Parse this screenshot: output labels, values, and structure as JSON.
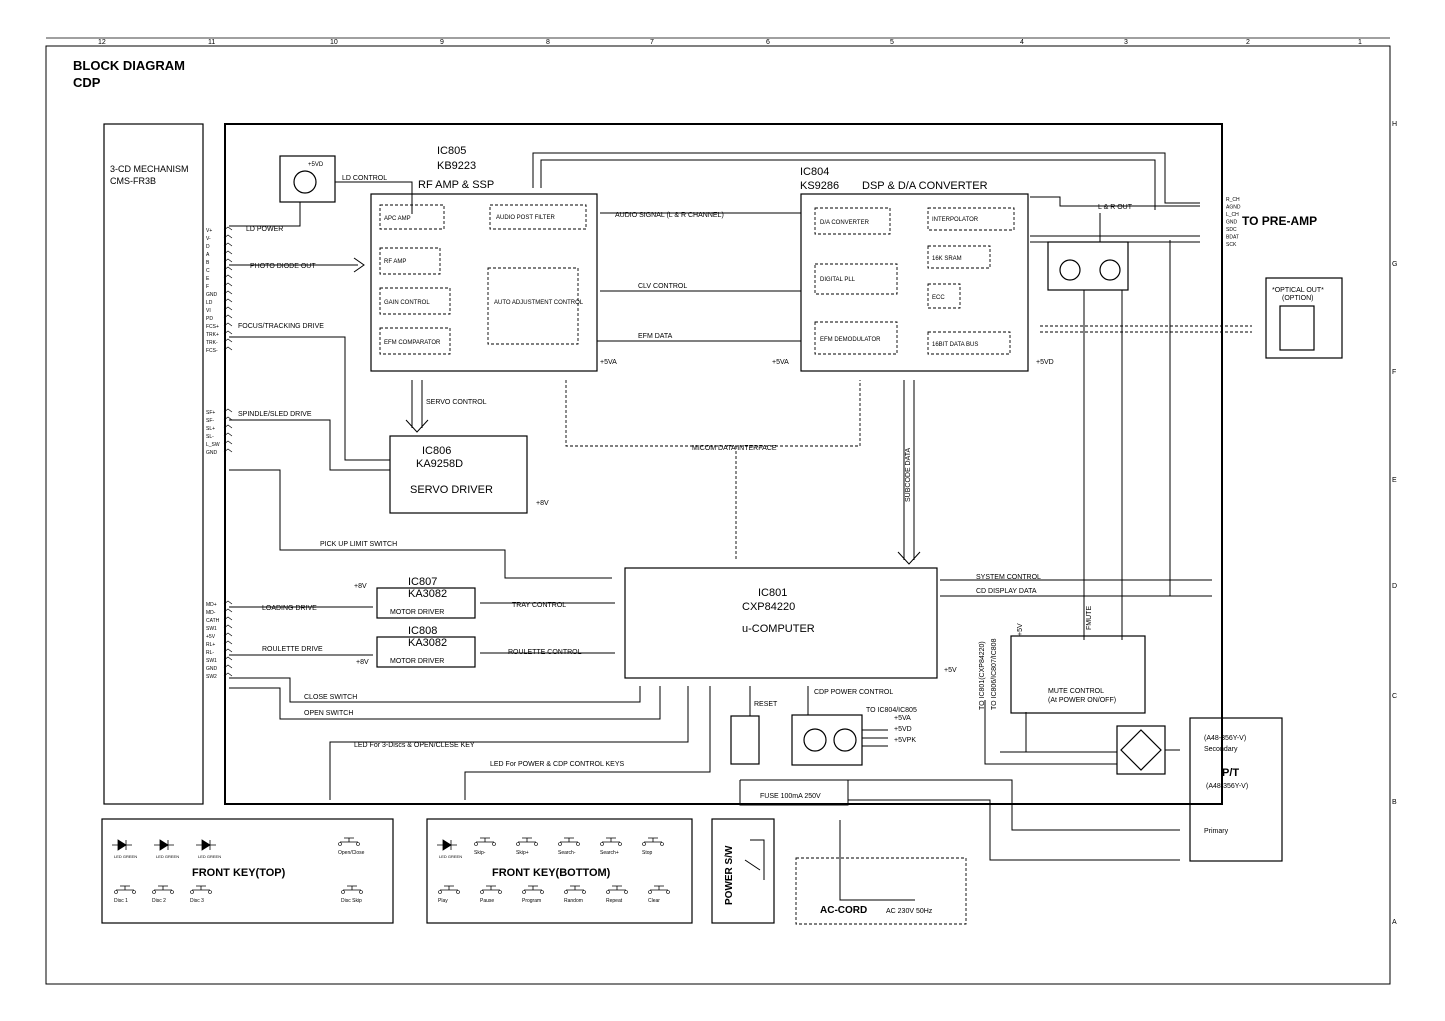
{
  "title": {
    "line1": "BLOCK DIAGRAM",
    "line2": "CDP"
  },
  "frame": {
    "cols": [
      "12",
      "11",
      "10",
      "9",
      "8",
      "7",
      "6",
      "5",
      "4",
      "3",
      "2",
      "1"
    ],
    "rows": [
      "H",
      "G",
      "F",
      "E",
      "D",
      "C",
      "B",
      "A"
    ]
  },
  "mechanism": {
    "name": "3-CD MECHANISM",
    "model": "CMS-FR3B",
    "pins_top": [
      "V+",
      "V-",
      "D",
      "A",
      "B",
      "C",
      "E",
      "F",
      "GND",
      "LD",
      "VI",
      "PD",
      "FCS+",
      "TRK+",
      "TRK-",
      "FCS-"
    ],
    "pins_mid": [
      "SF+",
      "SF-",
      "SL+",
      "SL-",
      "L_SW",
      "GND"
    ],
    "pins_bot": [
      "MD+",
      "MD-",
      "CATH",
      "SW1",
      "+5V",
      "RL+",
      "RL-",
      "SW1",
      "GND",
      "SW2"
    ]
  },
  "ic805": {
    "ref": "IC805",
    "part": "KB9223",
    "func": "RF AMP & SSP",
    "blocks": [
      "APC AMP",
      "AUDIO POST FILTER",
      "RF AMP",
      "GAIN CONTROL",
      "AUTO ADJUSTMENT CONTROL",
      "EFM COMPARATOR"
    ],
    "supply": "+5VA"
  },
  "ic804": {
    "ref": "IC804",
    "part": "KS9286",
    "func": "DSP & D/A CONVERTER",
    "blocks": [
      "D/A CONVERTER",
      "INTERPOLATOR",
      "16K SRAM",
      "DIGITAL PLL",
      "ECC",
      "EFM DEMODULATOR",
      "16BIT DATA BUS"
    ],
    "supply_left": "+5VA",
    "supply_right": "+5VD"
  },
  "ic806": {
    "ref": "IC806",
    "part": "KA9258D",
    "func": "SERVO DRIVER",
    "supply": "+8V"
  },
  "ic807": {
    "ref": "IC807",
    "part": "KA3082",
    "func": "MOTOR DRIVER",
    "supply": "+8V"
  },
  "ic808": {
    "ref": "IC808",
    "part": "KA3082",
    "func": "MOTOR DRIVER",
    "supply": "+8V"
  },
  "ic801": {
    "ref": "IC801",
    "part": "CXP84220",
    "func": "u-COMPUTER",
    "supply": "+5V"
  },
  "signals": {
    "ld_power": "LD POWER",
    "ld_control": "LD CONTROL",
    "photo_diode_out": "PHOTO DIODE OUT",
    "focus_tracking": "FOCUS/TRACKING DRIVE",
    "spindle_sled": "SPINDLE/SLED DRIVE",
    "audio_signal": "AUDIO SIGNAL (L & R CHANNEL)",
    "clv_control": "CLV CONTROL",
    "efm_data": "EFM DATA",
    "servo_control": "SERVO CONTROL",
    "micom": "MICOM DATA INTERFACE",
    "subcode": "SUBCODE DATA",
    "pickup_limit": "PICK UP LIMIT SWITCH",
    "loading_drive": "LOADING DRIVE",
    "tray_control": "TRAY CONTROL",
    "roulette_drive": "ROULETTE DRIVE",
    "roulette_control": "ROULETTE CONTROL",
    "close_switch": "CLOSE SWITCH",
    "open_switch": "OPEN SWITCH",
    "led_3disc": "LED For 3-Discs & OPEN/CLESE KEY",
    "led_power": "LED For POWER & CDP CONTROL KEYS",
    "system_control": "SYSTEM CONTROL",
    "cd_display": "CD DISPLAY DATA",
    "reset": "RESET",
    "cdp_power": "CDP POWER CONTROL",
    "to_ic804": "TO IC804/IC805",
    "v5va": "+5VA",
    "v5vd": "+5VD",
    "v5vpk": "+5VPK",
    "lr_out": "L & R OUT",
    "fmute": "FMUTE",
    "to_ic801": "TO IC801(CXP84220)",
    "to_ic806": "TO IC806/IC807/IC808",
    "plus5v": "+5V",
    "plus8v": "+8V",
    "plus5vd": "+5VD"
  },
  "preamp": {
    "label": "TO PRE-AMP",
    "pins": [
      "R_CH",
      "AGND",
      "L_CH",
      "GND",
      "SDC",
      "BDAT",
      "SCK"
    ]
  },
  "optical": {
    "line1": "*OPTICAL OUT*",
    "line2": "(OPTION)"
  },
  "mute": {
    "title": "MUTE CONTROL",
    "sub": "(At POWER ON/OFF)"
  },
  "transformer": {
    "ref": "P/T",
    "sec_part": "(A48-356Y-V)",
    "secondary": "Secondary",
    "pri_part": "(A48-356Y-V)",
    "primary": "Primary"
  },
  "fuse": "FUSE 100mA 250V",
  "ac_cord": {
    "label": "AC-CORD",
    "spec": "AC 230V 50Hz"
  },
  "power_sw": "POWER S/W",
  "front_top": {
    "title": "FRONT KEY(TOP)",
    "leds": [
      "LED GREEN",
      "LED GREEN",
      "LED GREEN"
    ],
    "keys": [
      "Disc 1",
      "Disc 2",
      "Disc 3",
      "Open/Close",
      "Disc Skip"
    ]
  },
  "front_bottom": {
    "title": "FRONT KEY(BOTTOM)",
    "led": "LED GREEN",
    "keys_top": [
      "Skip-",
      "Skip+",
      "Search-",
      "Search+",
      "Stop"
    ],
    "keys_bot": [
      "Play",
      "Pause",
      "Program",
      "Random",
      "Repeat",
      "Clear"
    ]
  }
}
